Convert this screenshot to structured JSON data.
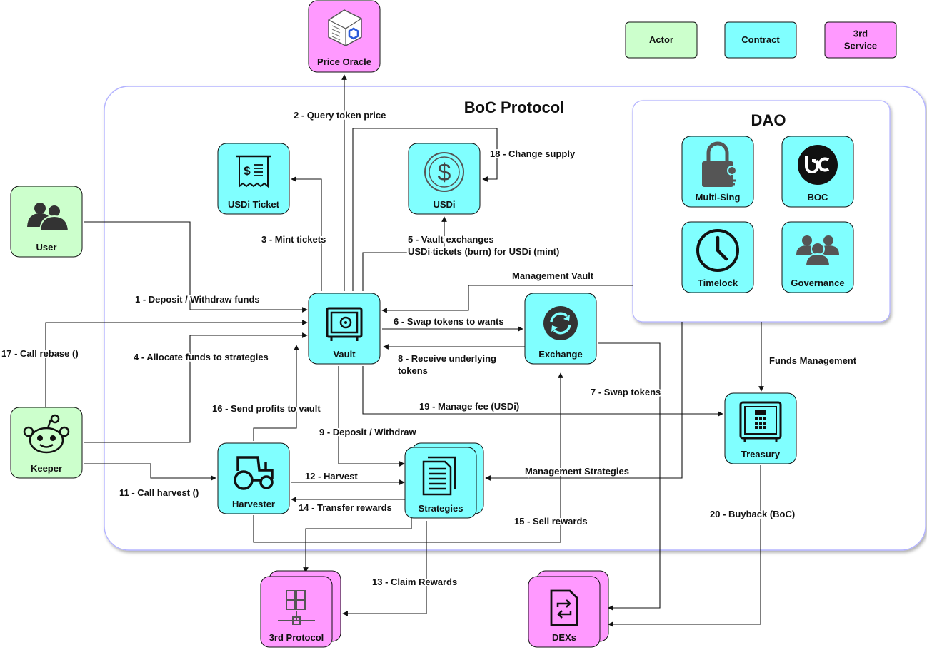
{
  "title": "BoC Protocol",
  "dao_title": "DAO",
  "colors": {
    "actor": "#ccffcc",
    "contract": "#80ffff",
    "service": "#ff99ff",
    "border": "#111111",
    "group_border": "#b3b3ff"
  },
  "legend": [
    {
      "key": "actor",
      "label": "Actor",
      "lines": [
        "Actor"
      ]
    },
    {
      "key": "contract",
      "label": "Contract",
      "lines": [
        "Contract"
      ]
    },
    {
      "key": "service",
      "label": "3rd Service",
      "lines": [
        "3rd",
        "Service"
      ]
    }
  ],
  "nodes": {
    "price_oracle": {
      "label": "Price Oracle",
      "kind": "service",
      "icon": "chainlink-icon"
    },
    "usdi_ticket": {
      "label": "USDi Ticket",
      "kind": "contract",
      "icon": "receipt-icon"
    },
    "usdi": {
      "label": "USDi",
      "kind": "contract",
      "icon": "dollar-coin-icon"
    },
    "user": {
      "label": "User",
      "kind": "actor",
      "icon": "users-icon"
    },
    "vault": {
      "label": "Vault",
      "kind": "contract",
      "icon": "safe-icon"
    },
    "exchange": {
      "label": "Exchange",
      "kind": "contract",
      "icon": "swap-icon"
    },
    "keeper": {
      "label": "Keeper",
      "kind": "actor",
      "icon": "robot-icon"
    },
    "harvester": {
      "label": "Harvester",
      "kind": "contract",
      "icon": "tractor-icon"
    },
    "strategies": {
      "label": "Strategies",
      "kind": "contract",
      "icon": "documents-icon"
    },
    "treasury": {
      "label": "Treasury",
      "kind": "contract",
      "icon": "vault-icon"
    },
    "multisig": {
      "label": "Multi-Sing",
      "kind": "contract",
      "icon": "lock-icon"
    },
    "boc": {
      "label": "BOC",
      "kind": "contract",
      "icon": "boc-logo-icon"
    },
    "timelock": {
      "label": "Timelock",
      "kind": "contract",
      "icon": "clock-icon"
    },
    "governance": {
      "label": "Governance",
      "kind": "contract",
      "icon": "group-icon"
    },
    "third_protocol": {
      "label": "3rd Protocol",
      "kind": "service",
      "icon": "blocks-icon"
    },
    "dexs": {
      "label": "DEXs",
      "kind": "service",
      "icon": "exchange-doc-icon"
    }
  },
  "edges": [
    {
      "id": "e1",
      "label": "1 - Deposit / Withdraw funds",
      "lines": [
        "1 - Deposit / Withdraw funds"
      ]
    },
    {
      "id": "e2",
      "label": "2 - Query token price",
      "lines": [
        "2 - Query token price"
      ]
    },
    {
      "id": "e3",
      "label": "3 - Mint tickets",
      "lines": [
        "3 - Mint tickets"
      ]
    },
    {
      "id": "e4",
      "label": "4 - Allocate funds to strategies",
      "lines": [
        "4 - Allocate funds to strategies"
      ]
    },
    {
      "id": "e5",
      "label": "5 - Vault exchanges USDi tickets (burn) for USDi (mint)",
      "lines": [
        "5 - Vault exchanges",
        "USDi tickets (burn) for USDi (mint)"
      ]
    },
    {
      "id": "e6",
      "label": "6 - Swap tokens to wants",
      "lines": [
        "6 - Swap tokens to wants"
      ]
    },
    {
      "id": "e7",
      "label": "7 - Swap tokens",
      "lines": [
        "7 - Swap tokens"
      ]
    },
    {
      "id": "e8",
      "label": "8 - Receive underlying tokens",
      "lines": [
        "8 - Receive underlying",
        "tokens"
      ]
    },
    {
      "id": "e9",
      "label": "9 - Deposit / Withdraw",
      "lines": [
        "9 - Deposit / Withdraw"
      ]
    },
    {
      "id": "e11",
      "label": "11 - Call harvest ()",
      "lines": [
        "11 - Call harvest ()"
      ]
    },
    {
      "id": "e12",
      "label": "12 - Harvest",
      "lines": [
        "12 - Harvest"
      ]
    },
    {
      "id": "e13",
      "label": "13 - Claim Rewards",
      "lines": [
        "13 - Claim Rewards"
      ]
    },
    {
      "id": "e14",
      "label": "14 - Transfer rewards",
      "lines": [
        "14 - Transfer rewards"
      ]
    },
    {
      "id": "e15",
      "label": "15 -  Sell rewards",
      "lines": [
        "15 -  Sell rewards"
      ]
    },
    {
      "id": "e16",
      "label": "16 - Send profits to vault",
      "lines": [
        "16 - Send profits to vault"
      ]
    },
    {
      "id": "e17",
      "label": "17 - Call rebase ()",
      "lines": [
        "17 - Call rebase ()"
      ]
    },
    {
      "id": "e18",
      "label": "18 - Change supply",
      "lines": [
        "18 - Change supply"
      ]
    },
    {
      "id": "e19",
      "label": "19 - Manage fee (USDi)",
      "lines": [
        "19 - Manage fee (USDi)"
      ]
    },
    {
      "id": "e20",
      "label": "20 - Buyback (BoC)",
      "lines": [
        "20 - Buyback (BoC)"
      ]
    },
    {
      "id": "mv",
      "label": "Management Vault",
      "lines": [
        "Management Vault"
      ]
    },
    {
      "id": "ms",
      "label": "Management Strategies",
      "lines": [
        "Management Strategies"
      ]
    },
    {
      "id": "fm",
      "label": "Funds Management",
      "lines": [
        "Funds Management"
      ]
    }
  ]
}
